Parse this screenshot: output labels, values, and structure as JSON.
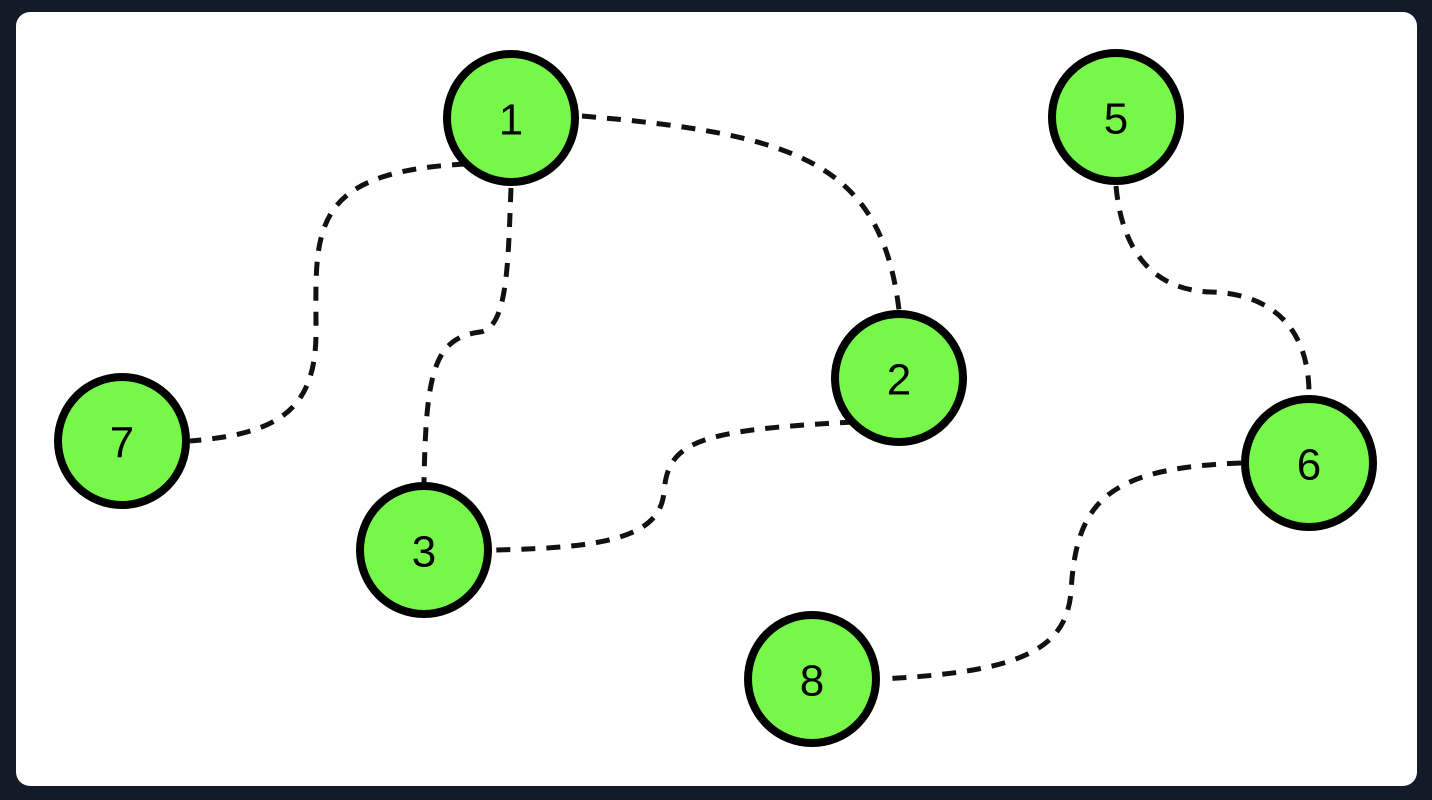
{
  "diagram": {
    "type": "graph",
    "colors": {
      "node_fill": "#76f74a",
      "node_stroke": "#000000",
      "edge_stroke": "#111111",
      "canvas_background": "#ffffff",
      "frame_background": "#131a28"
    },
    "edge_style": "dashed-curve",
    "nodes": [
      {
        "id": "1",
        "label": "1"
      },
      {
        "id": "2",
        "label": "2"
      },
      {
        "id": "3",
        "label": "3"
      },
      {
        "id": "5",
        "label": "5"
      },
      {
        "id": "6",
        "label": "6"
      },
      {
        "id": "7",
        "label": "7"
      },
      {
        "id": "8",
        "label": "8"
      }
    ],
    "edges": [
      {
        "from": "1",
        "to": "2"
      },
      {
        "from": "1",
        "to": "3"
      },
      {
        "from": "1",
        "to": "7"
      },
      {
        "from": "2",
        "to": "3"
      },
      {
        "from": "5",
        "to": "6"
      },
      {
        "from": "6",
        "to": "8"
      }
    ]
  }
}
